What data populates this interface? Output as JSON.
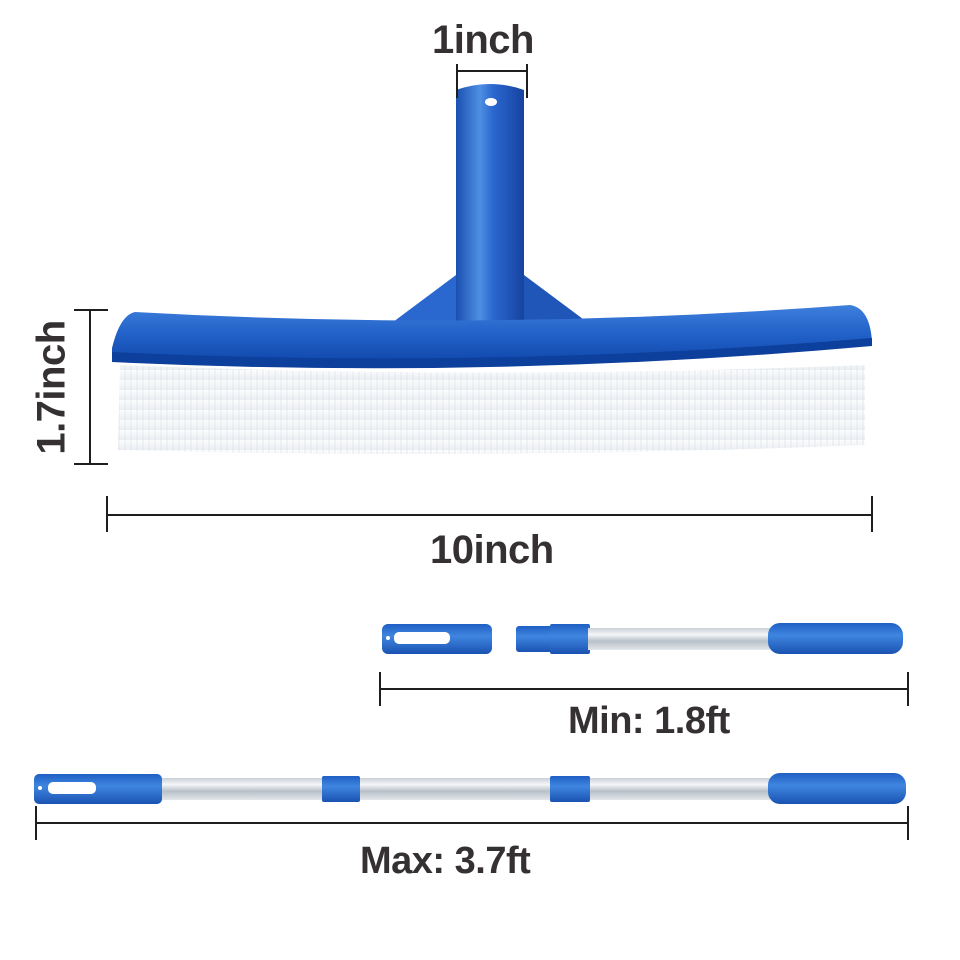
{
  "product": {
    "name": "Pool brush with telescopic pole",
    "colors": {
      "blue": "#1f5fc4",
      "blue_dark": "#0f46a8",
      "blue_light": "#4f8fe3",
      "bristle": "#f4f6f8",
      "aluminum": "#d6dbe0",
      "label_text": "#353132",
      "dim_line": "#1e1e1e"
    }
  },
  "dimensions": {
    "neck_width": "1inch",
    "brush_height": "1.7inch",
    "brush_width": "10inch",
    "pole_min": "Min: 1.8ft",
    "pole_max": "Max: 3.7ft"
  }
}
